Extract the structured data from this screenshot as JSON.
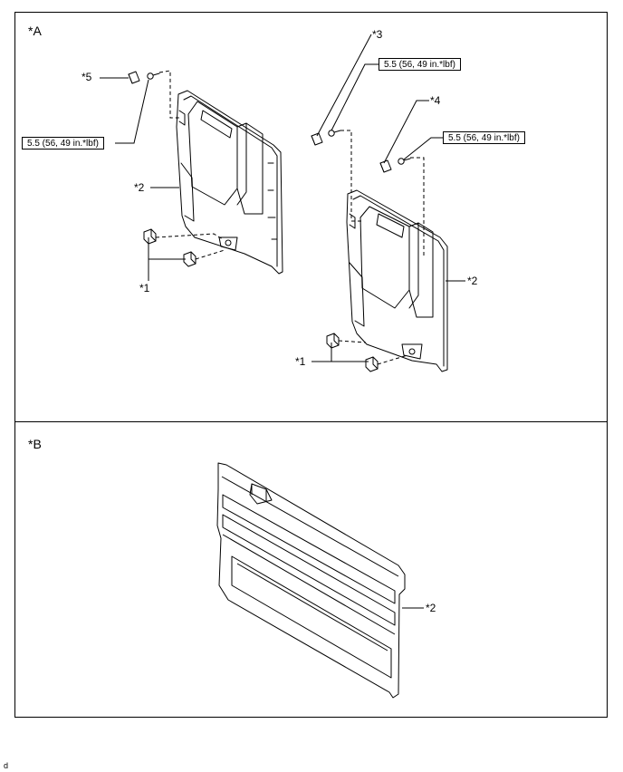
{
  "panel_a": {
    "label": "*A",
    "callouts": {
      "c5": "*5",
      "c3": "*3",
      "c4": "*4",
      "c2_left": "*2",
      "c2_right": "*2",
      "c1_left": "*1",
      "c1_right": "*1"
    },
    "torques": {
      "t_left": "5.5 (56, 49 in.*lbf)",
      "t_mid": "5.5 (56, 49 in.*lbf)",
      "t_right": "5.5 (56, 49 in.*lbf)"
    }
  },
  "panel_b": {
    "label": "*B",
    "callouts": {
      "c2": "*2"
    }
  },
  "footer": {
    "code": "d"
  }
}
